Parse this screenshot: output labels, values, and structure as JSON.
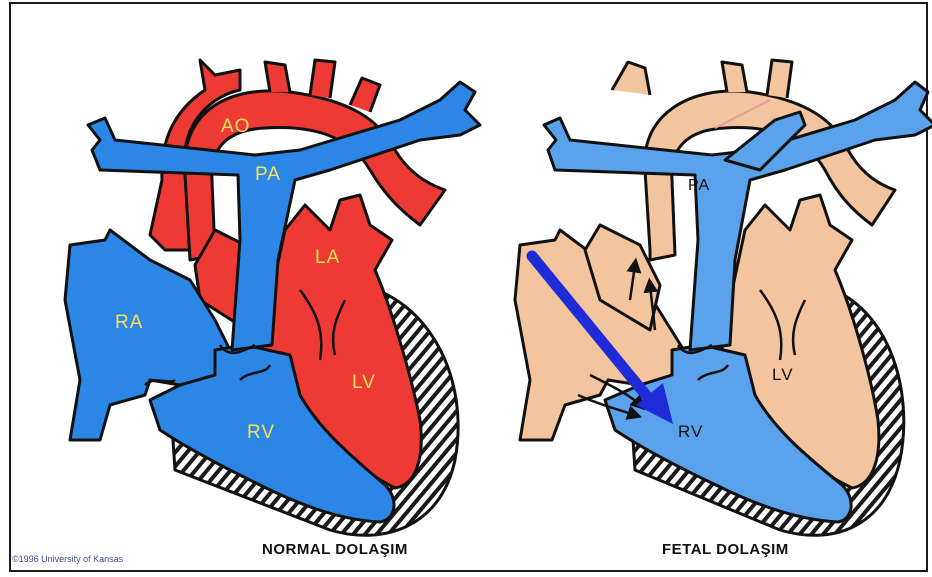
{
  "colors": {
    "oxygenated": "#ee3a35",
    "deoxygenated": "#2b86e6",
    "fetal_tissue": "#f3c59f",
    "fetal_vessel": "#5aa3ec",
    "shunt_arrow": "#1f2bd6",
    "outline": "#111111",
    "label_yellow": "#f6e15c"
  },
  "normal": {
    "caption": "NORMAL DOLAŞIM",
    "labels": {
      "ao": "AO",
      "pa": "PA",
      "la": "LA",
      "ra": "RA",
      "lv": "LV",
      "rv": "RV"
    }
  },
  "fetal": {
    "caption": "FETAL DOLAŞIM",
    "labels": {
      "pa": "PA",
      "lv": "LV",
      "rv": "RV"
    }
  },
  "copyright": "©1996 University of Kansas"
}
